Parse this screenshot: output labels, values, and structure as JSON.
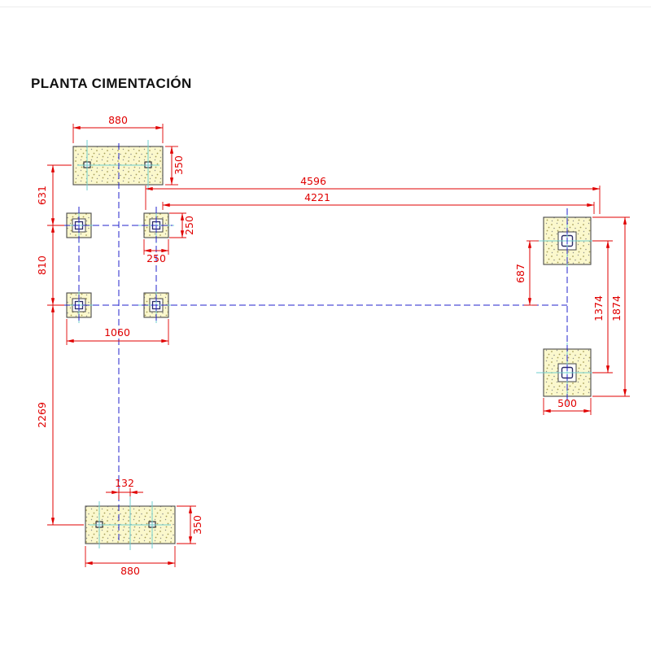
{
  "page": {
    "title": "PLANTA CIMENTACIÓN"
  },
  "drawing": {
    "labels": {
      "dim_880_top": "880",
      "dim_350_top": "350",
      "dim_631": "631",
      "dim_4596": "4596",
      "dim_4221": "4221",
      "dim_250_v": "250",
      "dim_250_h": "250",
      "dim_810": "810",
      "dim_1060": "1060",
      "dim_687": "687",
      "dim_1374": "1374",
      "dim_1874": "1874",
      "dim_500": "500",
      "dim_2269": "2269",
      "dim_132": "132",
      "dim_350_bottom": "350",
      "dim_880_bottom": "880"
    },
    "colors": {
      "dimension_red": "#e00000",
      "axis_blue": "#2323cc",
      "centerline_cyan": "#6fcfcf",
      "footing_fill": "#fbf8cd",
      "outline_gray": "#4a4a4a",
      "column_blue": "#2a2a66"
    }
  }
}
